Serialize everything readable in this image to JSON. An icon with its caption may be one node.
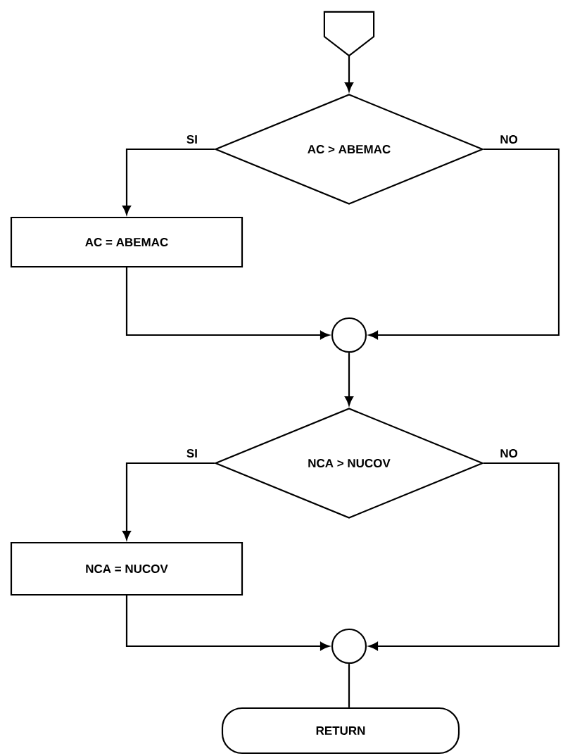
{
  "diagram": {
    "nodes": [
      {
        "text": [],
        "shape": "pentagon"
      },
      {
        "text": [
          "AC > ABEMAC"
        ]
      },
      {
        "text": [
          "AC = ABEMAC"
        ]
      },
      {
        "text": [],
        "shape": "circle"
      },
      {
        "text": [
          "NCA > NUCOV"
        ]
      },
      {
        "text": [
          "NCA = NUCOV"
        ]
      },
      {
        "text": [],
        "shape": "circle"
      },
      {
        "text": [
          "RETURN"
        ]
      }
    ],
    "edges": [
      {
        "from": 0,
        "to": 1,
        "arrow": "to"
      },
      {
        "from": 1,
        "to": 2,
        "arrow": "to",
        "label": "SI"
      },
      {
        "from": 2,
        "to": 3,
        "arrow": "to"
      },
      {
        "from": 1,
        "to": 3,
        "arrow": "to",
        "label": "NO"
      },
      {
        "from": 3,
        "to": 4,
        "arrow": "to"
      },
      {
        "from": 4,
        "to": 5,
        "arrow": "to",
        "label": "SI"
      },
      {
        "from": 5,
        "to": 6,
        "arrow": "to"
      },
      {
        "from": 4,
        "to": 6,
        "arrow": "to",
        "label": "NO"
      },
      {
        "from": 6,
        "to": 7,
        "arrow": "none"
      }
    ]
  }
}
